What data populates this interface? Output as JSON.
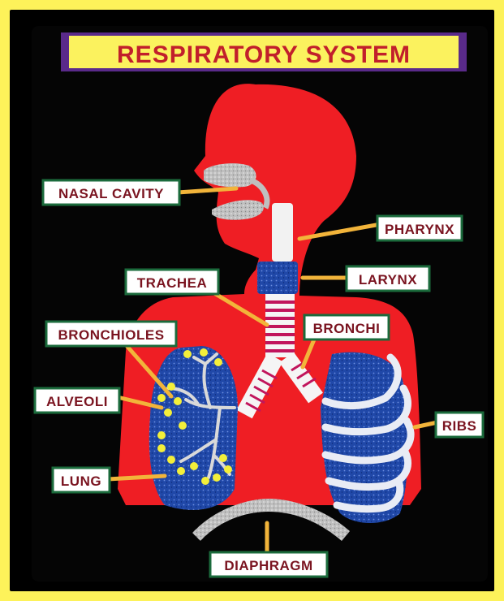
{
  "title": "RESPIRATORY SYSTEM",
  "labels": {
    "nasal_cavity": "NASAL CAVITY",
    "pharynx": "PHARYNX",
    "trachea": "TRACHEA",
    "larynx": "LARYNX",
    "bronchioles": "BRONCHIOLES",
    "bronchi": "BRONCHI",
    "alveoli": "ALVEOLI",
    "ribs": "RIBS",
    "lung": "LUNG",
    "diaphragm": "DIAPHRAGM"
  },
  "colors": {
    "frame": "#fdf25a",
    "board": "#000000",
    "body": "#ef1e24",
    "lung": "#1f3f9a",
    "label_bg": "#ffffff",
    "label_border": "#1b6b3c",
    "pointer": "#f2b43a",
    "title_bg": "#fbf25e",
    "title_text": "#c11f2b"
  }
}
